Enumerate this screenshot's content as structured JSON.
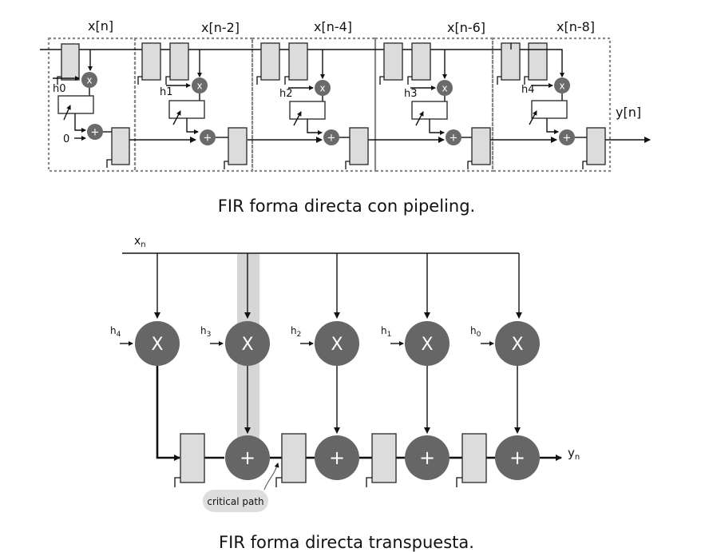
{
  "top": {
    "taps": [
      "x[n]",
      "x[n-2]",
      "x[n-4]",
      "x[n-6]",
      "x[n-8]"
    ],
    "coef": [
      "h0",
      "h1",
      "h2",
      "h3",
      "h4"
    ],
    "zero": "0",
    "output": "y[n]",
    "mult_symbol": "x",
    "add_symbol": "+",
    "caption": "FIR forma directa con pipeling."
  },
  "bottom": {
    "input": "xn",
    "coef": [
      "h4",
      "h3",
      "h2",
      "h1",
      "h0"
    ],
    "mult_symbol": "X",
    "add_symbol": "+",
    "output": "yn",
    "critical_path": "critical path",
    "caption": "FIR forma directa transpuesta."
  }
}
